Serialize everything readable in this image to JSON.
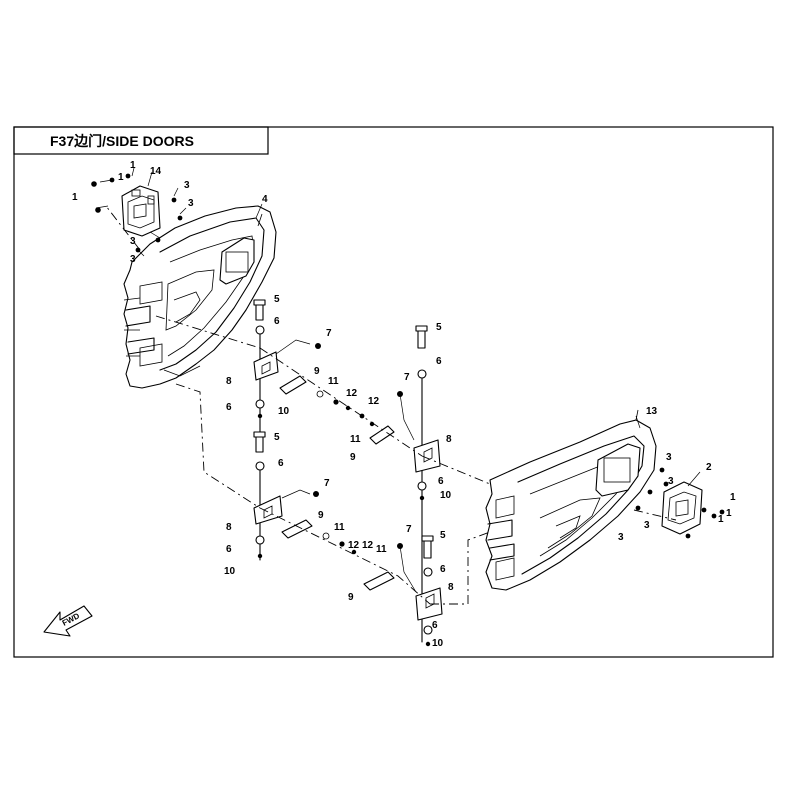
{
  "title": "F37边门/SIDE DOORS",
  "fwd_label": "FWD",
  "callouts": [
    {
      "id": "c1a",
      "label": "1"
    },
    {
      "id": "c1b",
      "label": "1"
    },
    {
      "id": "c1c",
      "label": "1"
    },
    {
      "id": "c14",
      "label": "14"
    },
    {
      "id": "c3a",
      "label": "3"
    },
    {
      "id": "c3b",
      "label": "3"
    },
    {
      "id": "c3c",
      "label": "3"
    },
    {
      "id": "c3d",
      "label": "3"
    },
    {
      "id": "c4",
      "label": "4"
    },
    {
      "id": "c5a",
      "label": "5"
    },
    {
      "id": "c6a",
      "label": "6"
    },
    {
      "id": "c7a",
      "label": "7"
    },
    {
      "id": "c8a",
      "label": "8"
    },
    {
      "id": "c9a",
      "label": "9"
    },
    {
      "id": "c6b",
      "label": "6"
    },
    {
      "id": "c10a",
      "label": "10"
    },
    {
      "id": "c11a",
      "label": "11"
    },
    {
      "id": "c12a",
      "label": "12"
    },
    {
      "id": "c5b",
      "label": "5"
    },
    {
      "id": "c6c",
      "label": "6"
    },
    {
      "id": "c7b",
      "label": "7"
    },
    {
      "id": "c8b",
      "label": "8"
    },
    {
      "id": "c9b",
      "label": "9"
    },
    {
      "id": "c6d",
      "label": "6"
    },
    {
      "id": "c10b",
      "label": "10"
    },
    {
      "id": "c11b",
      "label": "11"
    },
    {
      "id": "c12b",
      "label": "12"
    },
    {
      "id": "c5c",
      "label": "5"
    },
    {
      "id": "c6e",
      "label": "6"
    },
    {
      "id": "c7c",
      "label": "7"
    },
    {
      "id": "c12c",
      "label": "12"
    },
    {
      "id": "c11c",
      "label": "11"
    },
    {
      "id": "c9c",
      "label": "9"
    },
    {
      "id": "c8c",
      "label": "8"
    },
    {
      "id": "c6f",
      "label": "6"
    },
    {
      "id": "c10c",
      "label": "10"
    },
    {
      "id": "c5d",
      "label": "5"
    },
    {
      "id": "c7d",
      "label": "7"
    },
    {
      "id": "c6g",
      "label": "6"
    },
    {
      "id": "c8d",
      "label": "8"
    },
    {
      "id": "c9d",
      "label": "9"
    },
    {
      "id": "c11d",
      "label": "11"
    },
    {
      "id": "c12d",
      "label": "12"
    },
    {
      "id": "c6h",
      "label": "6"
    },
    {
      "id": "c10d",
      "label": "10"
    },
    {
      "id": "c13",
      "label": "13"
    },
    {
      "id": "c3e",
      "label": "3"
    },
    {
      "id": "c3f",
      "label": "3"
    },
    {
      "id": "c3g",
      "label": "3"
    },
    {
      "id": "c3h",
      "label": "3"
    },
    {
      "id": "c2",
      "label": "2"
    },
    {
      "id": "c1d",
      "label": "1"
    },
    {
      "id": "c1e",
      "label": "1"
    },
    {
      "id": "c1f",
      "label": "1"
    }
  ]
}
